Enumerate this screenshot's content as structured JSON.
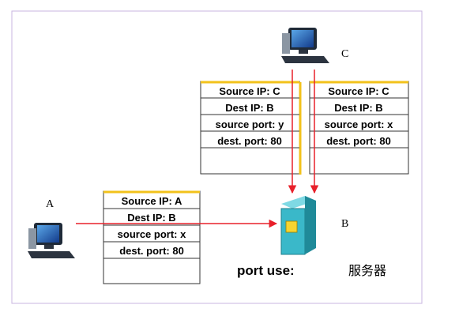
{
  "hosts": {
    "a": {
      "label": "A",
      "icon": "computer-icon"
    },
    "b": {
      "label": "B",
      "icon": "server-icon"
    },
    "c": {
      "label": "C",
      "icon": "computer-icon"
    }
  },
  "segments": {
    "a_to_b": {
      "source_ip": "Source IP: A",
      "dest_ip": "Dest IP: B",
      "source_port": "source port: x",
      "dest_port": "dest. port: 80"
    },
    "c_left": {
      "source_ip": "Source IP: C",
      "dest_ip": "Dest IP: B",
      "source_port": "source port: y",
      "dest_port": "dest. port: 80"
    },
    "c_right": {
      "source_ip": "Source IP: C",
      "dest_ip": "Dest IP: B",
      "source_port": "source port: x",
      "dest_port": "dest. port: 80"
    }
  },
  "caption": {
    "port_use": "port use:",
    "server": "服务器"
  },
  "colors": {
    "frame": "#c8b6e0",
    "arrow": "#e8202a",
    "header_bar": "#f2c21b",
    "server_teal": "#3ab8c9",
    "server_window": "#f6d431"
  }
}
